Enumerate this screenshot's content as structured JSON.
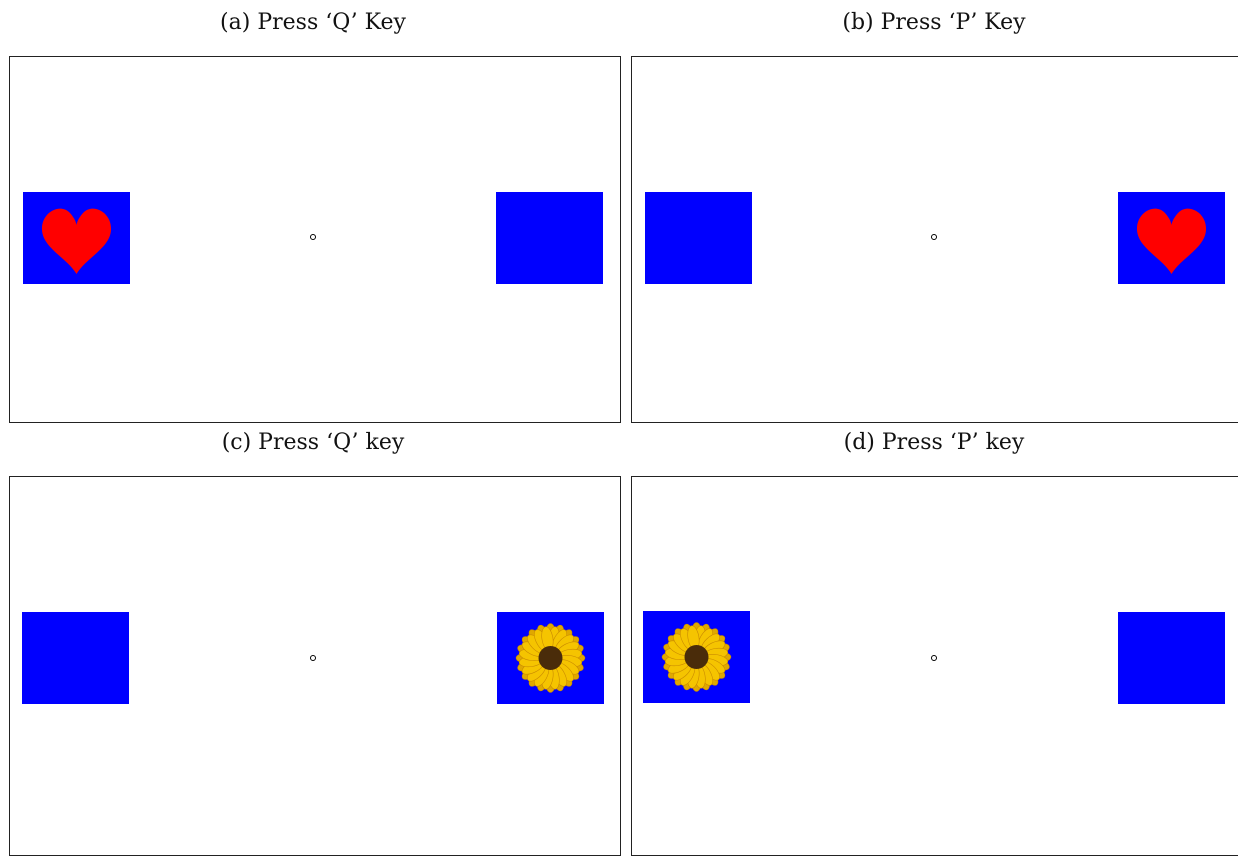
{
  "panels": [
    {
      "caption": "(a) Press ‘Q’ Key",
      "left_stimulus": "heart-icon",
      "right_stimulus": "none"
    },
    {
      "caption": "(b) Press ‘P’ Key",
      "left_stimulus": "none",
      "right_stimulus": "heart-icon"
    },
    {
      "caption": "(c) Press ‘Q’ key",
      "left_stimulus": "none",
      "right_stimulus": "sunflower-icon"
    },
    {
      "caption": "(d) Press ‘P’ key",
      "left_stimulus": "sunflower-icon",
      "right_stimulus": "none"
    }
  ],
  "colors": {
    "square": "#0000ff",
    "heart": "#ff0000",
    "petal": "#f5c400",
    "flower_center": "#4a2c0a",
    "fixation": "#000000"
  }
}
